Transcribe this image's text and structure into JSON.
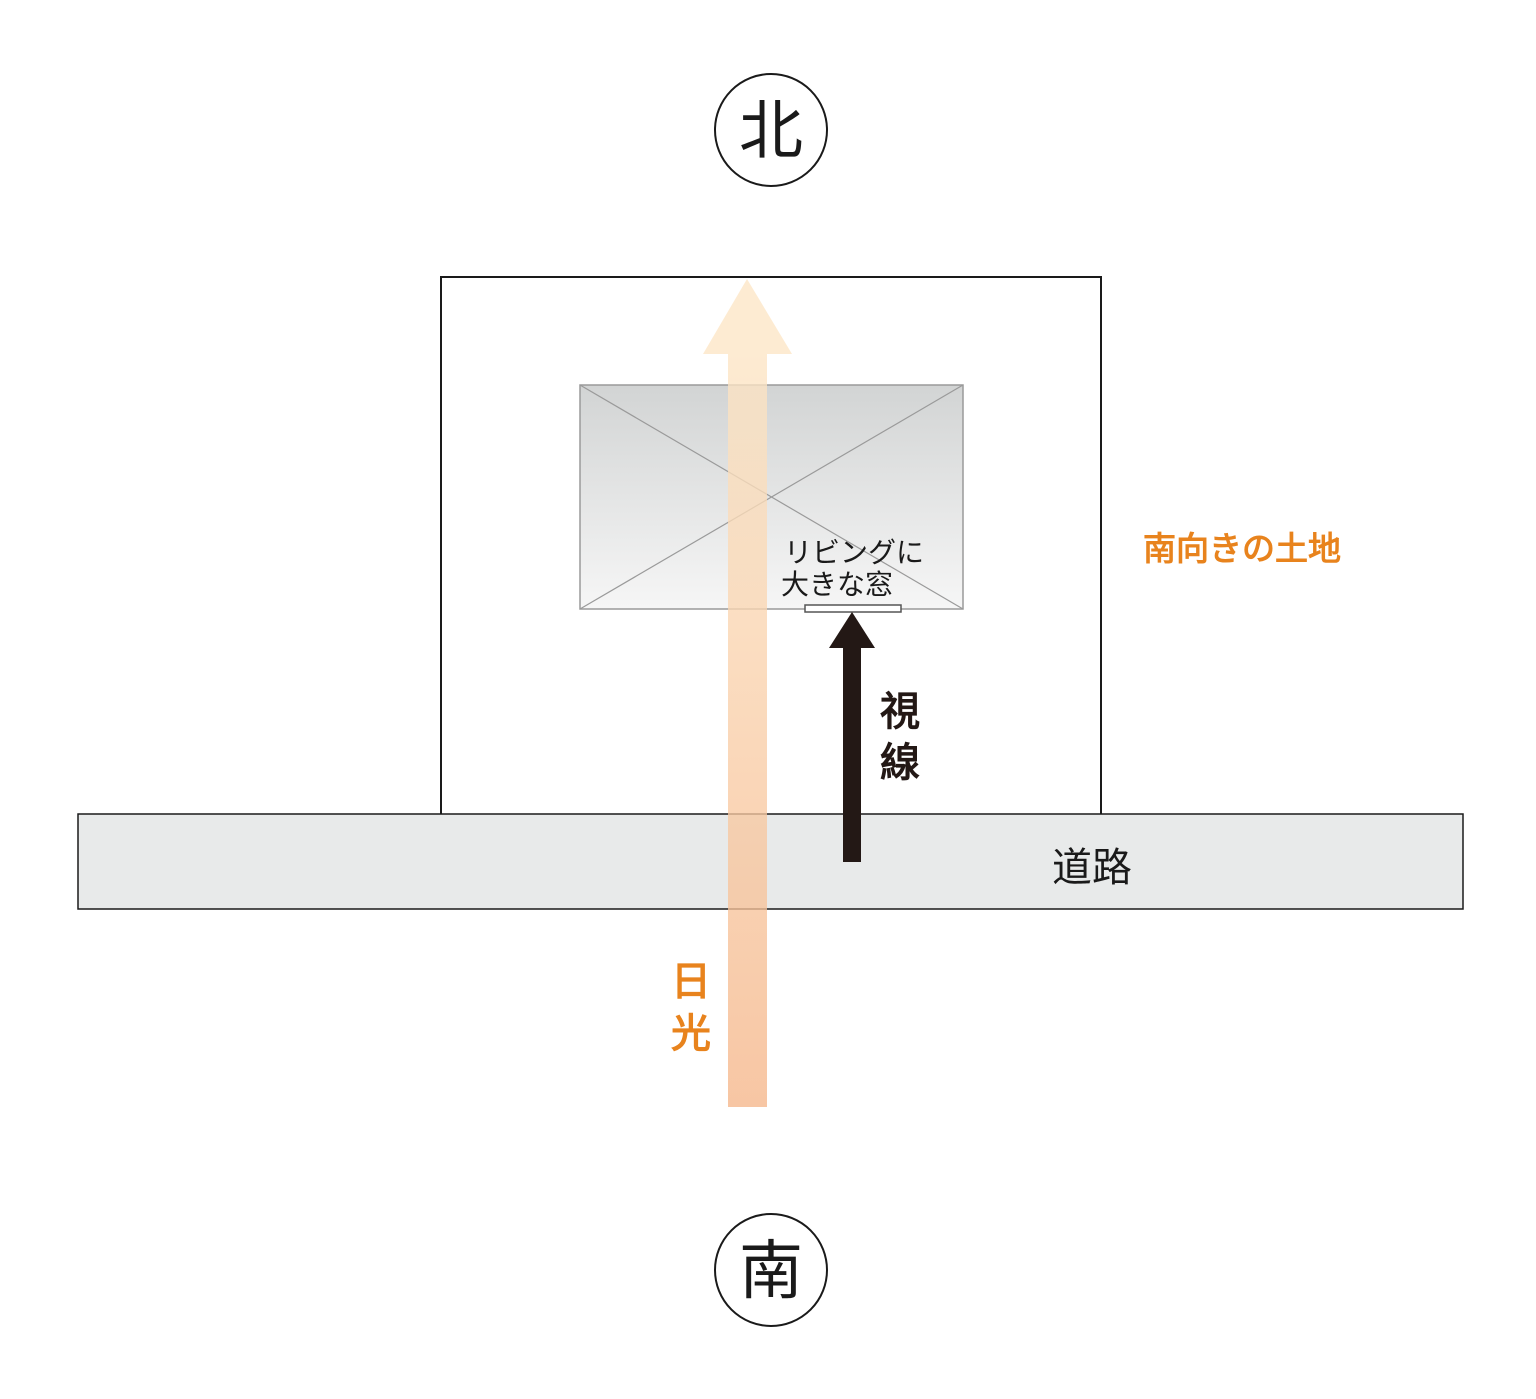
{
  "compass": {
    "north": "北",
    "south": "南"
  },
  "labels": {
    "land": "南向きの土地",
    "road": "道路",
    "sunlight": [
      "日",
      "光"
    ],
    "line_of_sight": [
      "視",
      "線"
    ],
    "window": [
      "リビングに",
      "大きな窓"
    ]
  },
  "colors": {
    "accent_orange": "#e8831d",
    "sight_arrow": "#231815",
    "road_fill": "#e8eaea",
    "sun_arrow_top": "#fde6c6",
    "sun_arrow_bottom": "#f5b68a"
  }
}
